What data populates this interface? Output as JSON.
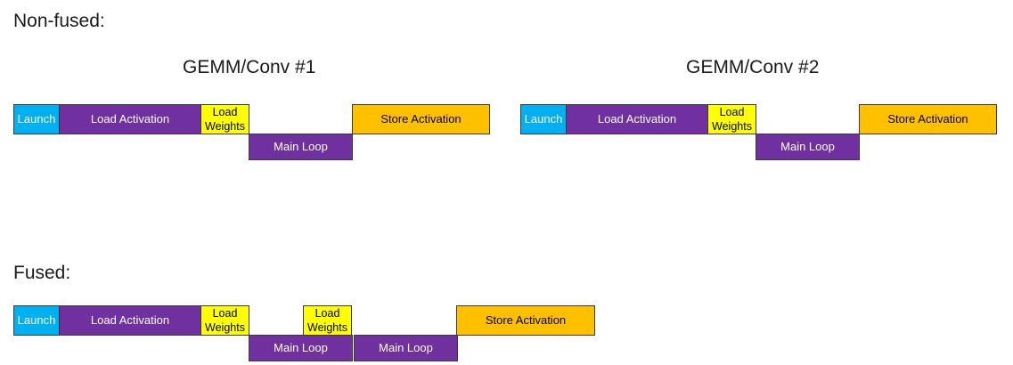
{
  "labels": {
    "non_fused": "Non-fused:",
    "fused": "Fused:",
    "title_1": "GEMM/Conv #1",
    "title_2": "GEMM/Conv #2"
  },
  "blocks": {
    "launch": "Launch",
    "load_activation": "Load Activation",
    "load_weights": "Load\nWeights",
    "main_loop": "Main Loop",
    "store_activation": "Store Activation"
  },
  "colors": {
    "launch": "#00b0f0",
    "load_activation": "#7030a0",
    "load_weights": "#ffff00",
    "main_loop": "#7030a0",
    "store_activation": "#ffc000"
  }
}
